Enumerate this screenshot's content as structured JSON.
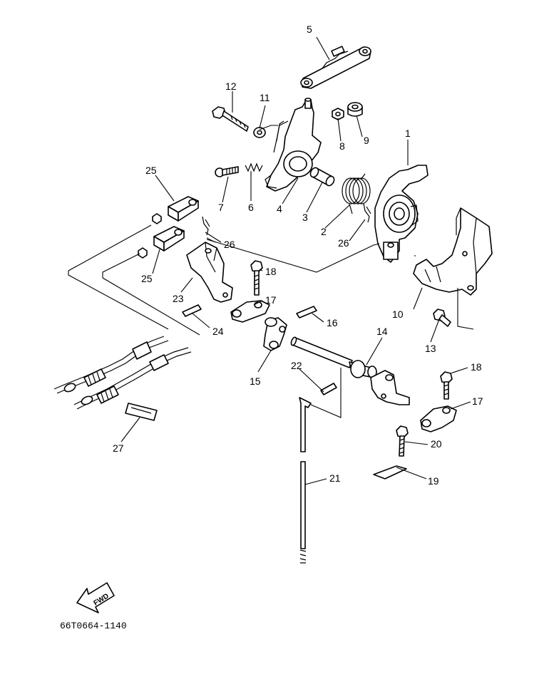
{
  "diagram": {
    "drawing_code": "66T0664-1140",
    "fwd_label": "FWD",
    "callouts": [
      {
        "id": "c1",
        "label": "1"
      },
      {
        "id": "c2",
        "label": "2"
      },
      {
        "id": "c3",
        "label": "3"
      },
      {
        "id": "c4",
        "label": "4"
      },
      {
        "id": "c5",
        "label": "5"
      },
      {
        "id": "c6",
        "label": "6"
      },
      {
        "id": "c7",
        "label": "7"
      },
      {
        "id": "c8",
        "label": "8"
      },
      {
        "id": "c9",
        "label": "9"
      },
      {
        "id": "c10",
        "label": "10"
      },
      {
        "id": "c11",
        "label": "11"
      },
      {
        "id": "c12",
        "label": "12"
      },
      {
        "id": "c13",
        "label": "13"
      },
      {
        "id": "c14",
        "label": "14"
      },
      {
        "id": "c15",
        "label": "15"
      },
      {
        "id": "c16",
        "label": "16"
      },
      {
        "id": "c17a",
        "label": "17"
      },
      {
        "id": "c17b",
        "label": "17"
      },
      {
        "id": "c18a",
        "label": "18"
      },
      {
        "id": "c18b",
        "label": "18"
      },
      {
        "id": "c19",
        "label": "19"
      },
      {
        "id": "c20",
        "label": "20"
      },
      {
        "id": "c21",
        "label": "21"
      },
      {
        "id": "c22",
        "label": "22"
      },
      {
        "id": "c23",
        "label": "23"
      },
      {
        "id": "c24",
        "label": "24"
      },
      {
        "id": "c25a",
        "label": "25"
      },
      {
        "id": "c25b",
        "label": "25"
      },
      {
        "id": "c26a",
        "label": "26"
      },
      {
        "id": "c26b",
        "label": "26"
      },
      {
        "id": "c27",
        "label": "27"
      }
    ]
  }
}
